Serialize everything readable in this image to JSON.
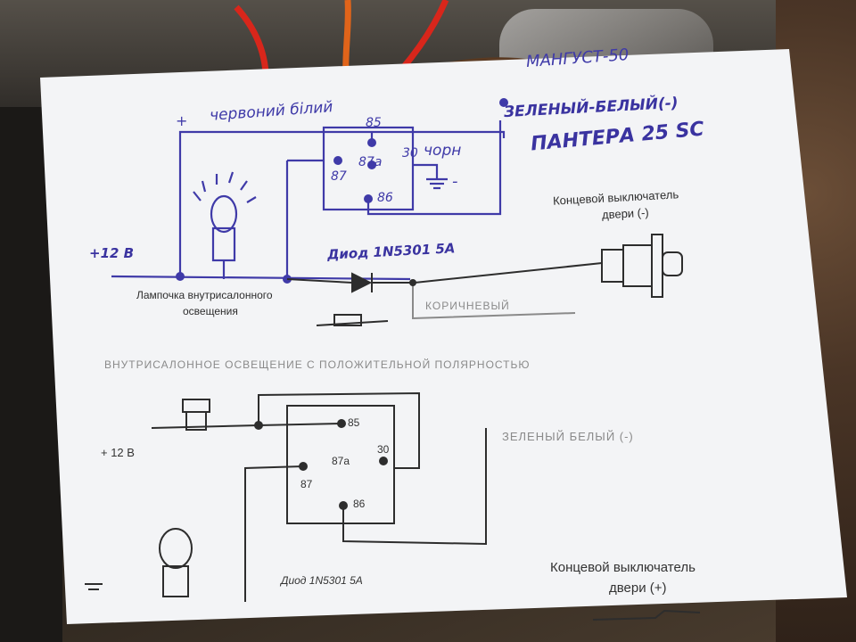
{
  "top": {
    "title_line1": "МАНГУСТ-50",
    "title_line2": "ЗЕЛЕНЫЙ-БЕЛЫЙ(-)",
    "title_line3": "ПАНТЕРА 25 SC",
    "red_wire_label": "червоний білий",
    "plus_sign": "+",
    "black_label": "чорн",
    "minus_sign": "-",
    "pin_85": "85",
    "pin_87a": "87a",
    "pin_30": "30",
    "pin_87": "87",
    "pin_86": "86",
    "supply_label": "+12 В",
    "diode_label": "Диод 1N5301 5A",
    "lamp_label_line1": "Лампочка внутрисалонного",
    "lamp_label_line2": "освещения",
    "brown_label": "КОРИЧНЕВЫЙ",
    "door_switch_line1": "Концевой выключатель",
    "door_switch_line2": "двери (-)"
  },
  "bottom": {
    "section_title": "ВНУТРИСАЛОННОЕ ОСВЕЩЕНИЕ С ПОЛОЖИТЕЛЬНОЙ ПОЛЯРНОСТЬЮ",
    "pin_85": "85",
    "pin_87a": "87a",
    "pin_30": "30",
    "pin_87": "87",
    "pin_86": "86",
    "supply_label": "+ 12 В",
    "green_white_label": "ЗЕЛЕНЫЙ БЕЛЫЙ (-)",
    "diode_label": "Диод 1N5301 5A",
    "door_switch_line1": "Концевой выключатель",
    "door_switch_line2": "двери (+)"
  },
  "colors": {
    "ink": "#3f3aa8",
    "print": "#2d2d2d",
    "paper": "#f3f4f6",
    "wire_red": "#d8261b",
    "wire_orange": "#e0641a",
    "wire_brown": "#5a3a22"
  }
}
